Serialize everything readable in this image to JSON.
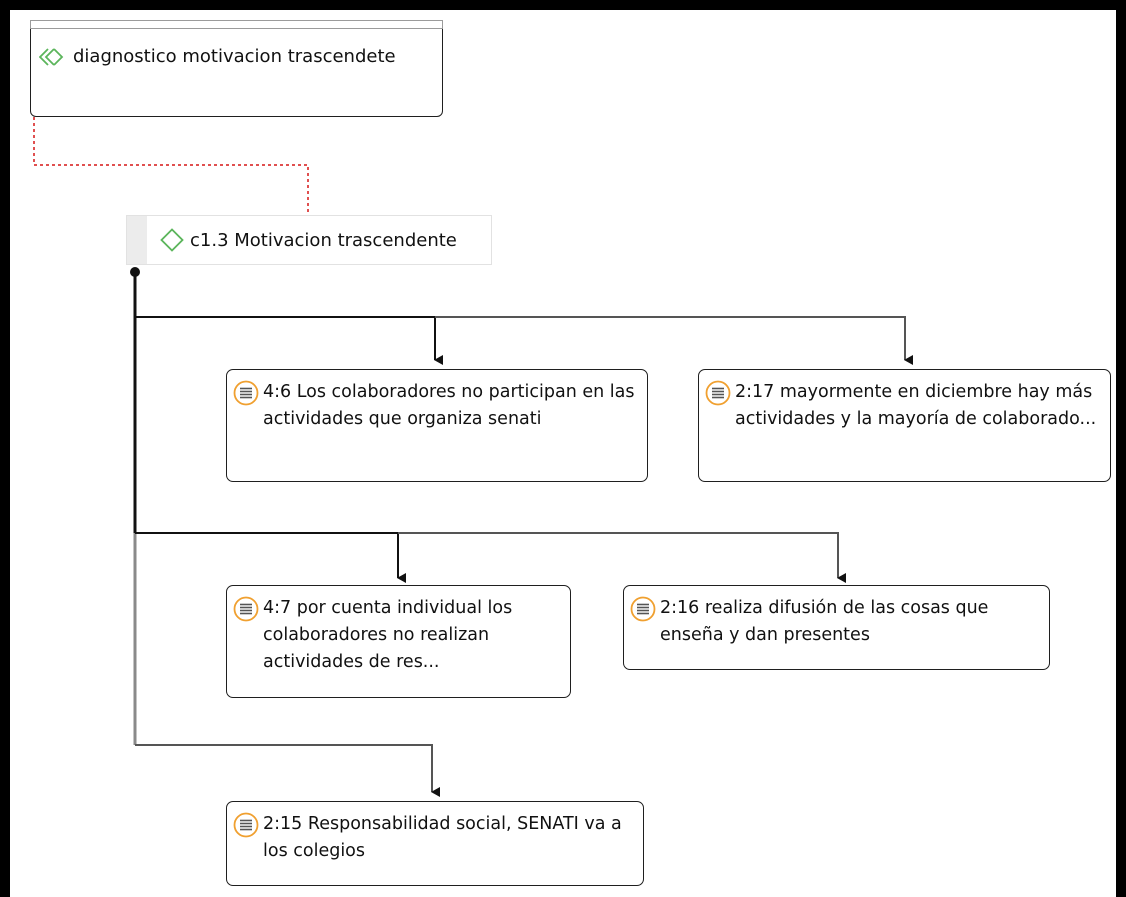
{
  "nodes": {
    "root": {
      "label": "diagnostico motivacion trascendete"
    },
    "code": {
      "label": "c1.3 Motivacion trascendente"
    },
    "quotes": [
      {
        "id": "q_4_6",
        "label": "4:6 Los colaboradores no participan en las actividades que organiza senati"
      },
      {
        "id": "q_2_17",
        "label": "2:17 mayormente en diciembre hay más actividades y la mayoría de colaborado..."
      },
      {
        "id": "q_4_7",
        "label": "4:7 por cuenta individual los colaboradores no realizan actividades de res..."
      },
      {
        "id": "q_2_16",
        "label": "2:16 realiza difusión de las cosas que enseña y dan presentes"
      },
      {
        "id": "q_2_15",
        "label": "2:15 Responsabilidad social, SENATI va a los colegios"
      }
    ]
  },
  "colors": {
    "code_icon": "#5bb55b",
    "quote_icon": "#f0a030",
    "link_dotted": "#e05050",
    "wire_dark": "#111111",
    "wire_gray": "#8a8a8a"
  },
  "icons": {
    "root": "double-diamond-code-group-icon",
    "code": "diamond-code-icon",
    "quote": "quotation-document-icon"
  }
}
